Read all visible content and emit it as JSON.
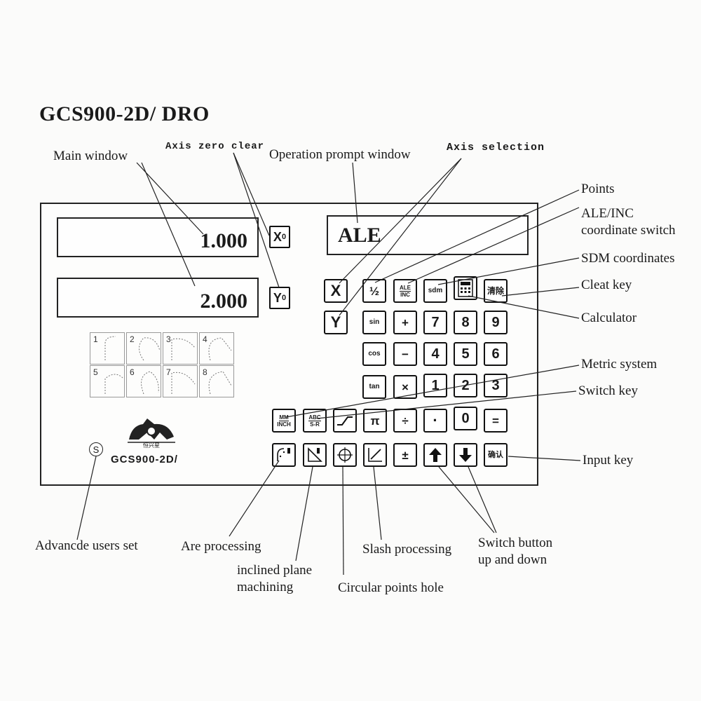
{
  "title": "GCS900-2D/ DRO",
  "labels": {
    "main_window": "Main window",
    "axis_zero_clear": "Axis zero clear",
    "operation_prompt_window": "Operation prompt window",
    "axis_selection": "Axis selection",
    "points": "Points",
    "ale_inc_1": "ALE/INC",
    "ale_inc_2": "coordinate switch",
    "sdm": "SDM coordinates",
    "cleat_key": "Cleat key",
    "calculator": "Calculator",
    "metric_system": "Metric system",
    "switch_key": "Switch key",
    "input_key": "Input key",
    "advanced_users_set": "Advancde users set",
    "arc_processing": "Are processing",
    "inclined_1": "inclined plane",
    "inclined_2": "machining",
    "circular_points": "Circular points hole",
    "slash_processing": "Slash processing",
    "switch_updown_1": "Switch button",
    "switch_updown_2": "up and down"
  },
  "display": {
    "x_value": "1.000",
    "y_value": "2.000",
    "prompt": "ALE"
  },
  "zero_keys": {
    "x": "X",
    "y": "Y",
    "sub": "0"
  },
  "axis_keys": {
    "x": "X",
    "y": "Y"
  },
  "keys": {
    "half": "½",
    "aleinc_top": "ALE",
    "aleinc_bot": "INC",
    "sdm": "sdm",
    "clear": "清除",
    "sin": "sin",
    "plus": "+",
    "k7": "7",
    "k8": "8",
    "k9": "9",
    "cos": "cos",
    "minus": "−",
    "k4": "4",
    "k5": "5",
    "k6": "6",
    "tan": "tan",
    "times": "×",
    "k1": "1",
    "k2": "2",
    "k3": "3",
    "mm_top": "MM",
    "mm_bot": "INCH",
    "abc_top": "ABC",
    "abc_bot": "S-R",
    "pi": "π",
    "divide": "÷",
    "dot": "·",
    "k0": "0",
    "equals": "=",
    "plusminus": "±",
    "enter": "确认"
  },
  "pattern_numbers": [
    "1",
    "2",
    "3",
    "4",
    "5",
    "6",
    "7",
    "8"
  ],
  "logo": {
    "brand_cn": "恒兴星",
    "model": "GCS900-2D/",
    "symbol": "S"
  }
}
